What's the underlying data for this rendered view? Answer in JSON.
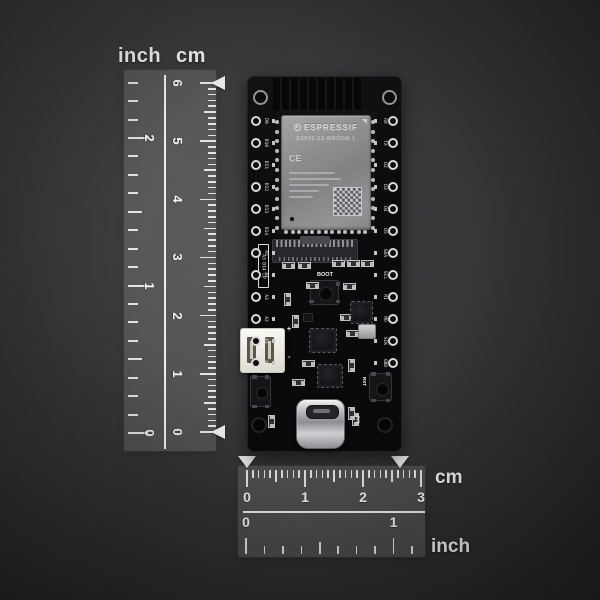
{
  "scene": {
    "type": "product-photo",
    "subject": "ESP32-S3 development board photographed on dark textured background with translucent size rulers",
    "background_hex": "#313134"
  },
  "rulers": {
    "vertical": {
      "header_left": "inch",
      "header_right": "cm",
      "cm_numbers": [
        "6",
        "5",
        "4",
        "3",
        "2",
        "1",
        "0"
      ],
      "inch_numbers": [
        "2",
        "1",
        "0"
      ]
    },
    "horizontal": {
      "label_cm": "cm",
      "label_inch": "inch",
      "cm_numbers": [
        "0",
        "1",
        "2",
        "3"
      ],
      "inch_numbers": [
        "0",
        "1"
      ]
    }
  },
  "board": {
    "module": {
      "brand": "ESPRESSIF",
      "model": "ESP32-S3-WROOM-1",
      "cert_mark": "CE"
    },
    "silkscreen": {
      "boot": "BOOT",
      "reset": "RST",
      "battery_plus": "+",
      "battery_minus": "-",
      "port_box": "A3 D14 LP",
      "jumper": "3V3"
    },
    "left_pin_labels": [
      "D9",
      "D10",
      "D11",
      "D12",
      "D13",
      "D14",
      "A5",
      "A4",
      "A3",
      "A2",
      "A1",
      "A0"
    ],
    "right_pin_labels": [
      "RX",
      "TX",
      "D2",
      "D3",
      "D4",
      "D5",
      "SDA",
      "SCL",
      "MI",
      "MO",
      "SCK",
      "GND"
    ]
  },
  "colors": {
    "ruler_text": "#f0f0f0",
    "pcb": "#0a0a0c",
    "module_shield": "#8d8d90",
    "usb_metal": "#c9c9cc",
    "battery_connector": "#f3f1ea"
  }
}
